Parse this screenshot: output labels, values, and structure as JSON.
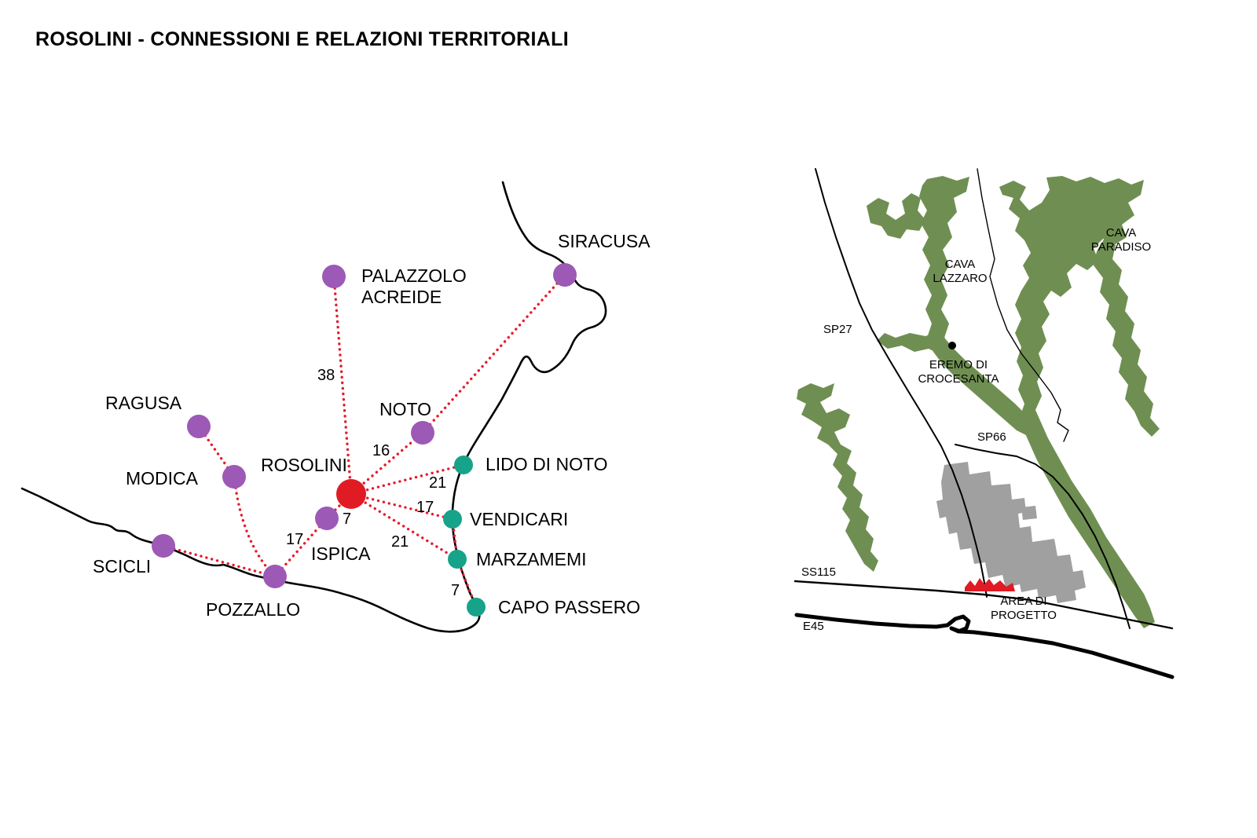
{
  "title": "ROSOLINI - CONNESSIONI E RELAZIONI TERRITORIALI",
  "colors": {
    "town": "#9c59b5",
    "coastal": "#17a389",
    "hub": "#e01b24",
    "link": "#e8192c",
    "green": "#6f8f52",
    "urban": "#a0a0a0",
    "project": "#e01b24"
  },
  "map_left": {
    "labels": {
      "palazzolo_1": "PALAZZOLO",
      "palazzolo_2": "ACREIDE",
      "siracusa": "SIRACUSA",
      "ragusa": "RAGUSA",
      "modica": "MODICA",
      "rosolini": "ROSOLINI",
      "noto": "NOTO",
      "lido_di_noto": "LIDO DI NOTO",
      "ispica": "ISPICA",
      "vendicari": "VENDICARI",
      "marzamemi": "MARZAMEMI",
      "scicli": "SCICLI",
      "pozzallo": "POZZALLO",
      "capo_passero": "CAPO PASSERO"
    },
    "edges": [
      {
        "from": "ROSOLINI",
        "to": "PALAZZOLO ACREIDE",
        "km": "38"
      },
      {
        "from": "ROSOLINI",
        "to": "NOTO",
        "km": "16"
      },
      {
        "from": "ROSOLINI",
        "to": "LIDO DI NOTO",
        "km": "21"
      },
      {
        "from": "ROSOLINI",
        "to": "VENDICARI",
        "km": "17"
      },
      {
        "from": "ROSOLINI",
        "to": "MARZAMEMI",
        "km": "21"
      },
      {
        "from": "ROSOLINI",
        "to": "ISPICA",
        "km": "7"
      },
      {
        "from": "ISPICA",
        "to": "POZZALLO",
        "km": "17"
      },
      {
        "from": "MARZAMEMI",
        "to": "CAPO PASSERO",
        "km": "7"
      },
      {
        "from": "NOTO",
        "to": "SIRACUSA",
        "km": ""
      },
      {
        "from": "RAGUSA",
        "to": "MODICA",
        "km": ""
      },
      {
        "from": "MODICA",
        "to": "POZZALLO",
        "km": ""
      },
      {
        "from": "SCICLI",
        "to": "POZZALLO",
        "km": ""
      },
      {
        "from": "VENDICARI",
        "to": "MARZAMEMI",
        "km": ""
      }
    ]
  },
  "map_right": {
    "labels": {
      "cava_lazzaro_1": "CAVA",
      "cava_lazzaro_2": "LAZZARO",
      "cava_paradiso_1": "CAVA",
      "cava_paradiso_2": "PARADISO",
      "eremo_1": "EREMO DI",
      "eremo_2": "CROCESANTA",
      "sp27": "SP27",
      "sp66": "SP66",
      "ss115": "SS115",
      "e45": "E45",
      "area_progetto_1": "AREA DI",
      "area_progetto_2": "PROGETTO"
    }
  }
}
